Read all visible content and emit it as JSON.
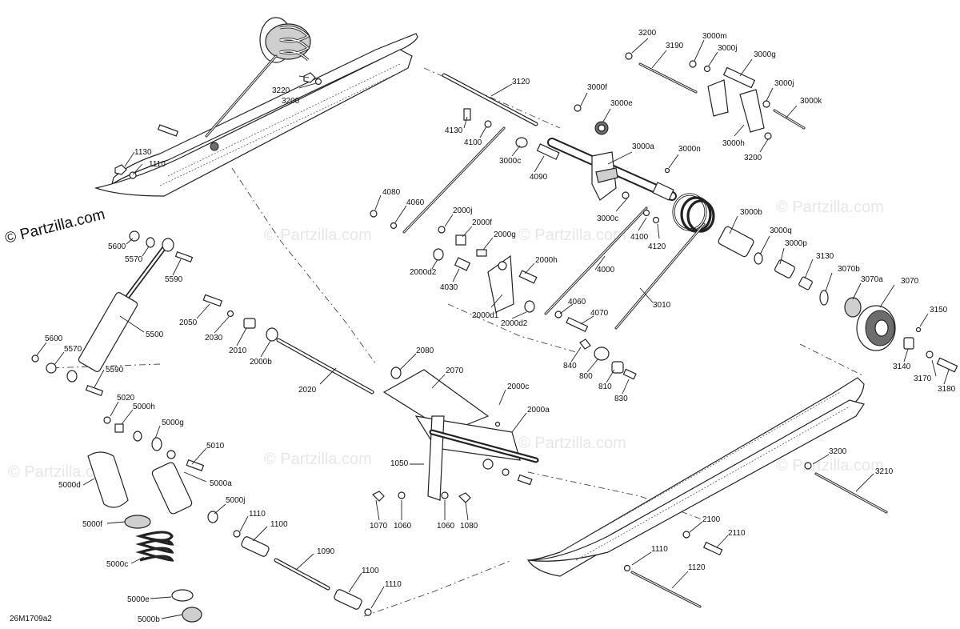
{
  "watermark": {
    "copyright_label": "© Partzilla.com",
    "faint_label": "© Partzilla.com"
  },
  "diagram_code": "26M1709a2",
  "callouts": [
    "3220",
    "3200",
    "1130",
    "1110",
    "3120",
    "4130",
    "4100",
    "3000c",
    "4090",
    "3000f",
    "3000e",
    "3000a",
    "3000n",
    "3200",
    "3190",
    "3000m",
    "3000j",
    "3000g",
    "3000j",
    "3000k",
    "3000h",
    "3200",
    "4080",
    "4060",
    "2000j",
    "2000f",
    "2000g",
    "2000h",
    "2000d2",
    "4030",
    "2000d1",
    "2000d2",
    "3000c",
    "4100",
    "4120",
    "3000b",
    "3000q",
    "3000p",
    "3130",
    "3070b",
    "3070a",
    "3070",
    "4000",
    "3010",
    "4060",
    "4070",
    "840",
    "800",
    "810",
    "830",
    "3150",
    "3140",
    "3170",
    "3180",
    "5600",
    "5570",
    "5590",
    "5500",
    "5600",
    "5570",
    "5590",
    "2050",
    "2030",
    "2010",
    "2000b",
    "2080",
    "2070",
    "2020",
    "2000c",
    "2000a",
    "5020",
    "5000h",
    "5000g",
    "5010",
    "5000a",
    "5000d",
    "5000f",
    "5000c",
    "5000e",
    "5000b",
    "5000j",
    "1110",
    "1100",
    "1090",
    "1100",
    "1110",
    "1050",
    "1070",
    "1060",
    "1060",
    "1080",
    "3200",
    "3210",
    "2100",
    "2110",
    "1110",
    "1120"
  ]
}
